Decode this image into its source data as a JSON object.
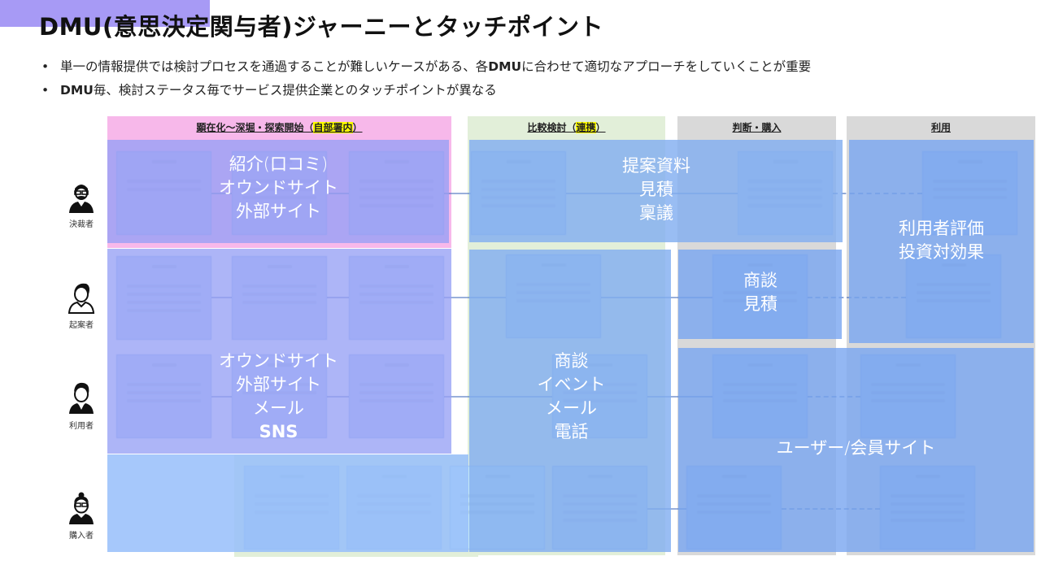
{
  "header": {
    "title": "DMU(意思決定関与者)ジャーニーとタッチポイント"
  },
  "bullets": [
    {
      "pre": "単一の情報提供では検討プロセスを通過することが難しいケースがある、各",
      "bold": "DMU",
      "post": "に合わせて適切なアプローチをしていくことが重要"
    },
    {
      "pre": "",
      "bold": "DMU",
      "post": "毎、検討ステータス毎でサービス提供企業とのタッチポイントが異なる"
    }
  ],
  "stages": [
    {
      "label": "顕在化～深堀・探索開始（",
      "highlight": "自部署内",
      "suffix": "）",
      "color": "#f7b8ea"
    },
    {
      "label": "比較検討（",
      "highlight": "連携",
      "suffix": "）",
      "color": "#e2efd9"
    },
    {
      "label": "判断・購入",
      "highlight": "",
      "suffix": "",
      "color": "#d9d9d9"
    },
    {
      "label": "利用",
      "highlight": "",
      "suffix": "",
      "color": "#d9d9d9"
    }
  ],
  "personas": [
    {
      "name": "決裁者",
      "icon": "executive-avatar-icon"
    },
    {
      "name": "起案者",
      "icon": "proposer-avatar-icon"
    },
    {
      "name": "利用者",
      "icon": "user-avatar-icon"
    },
    {
      "name": "購入者",
      "icon": "purchaser-avatar-icon"
    }
  ],
  "touchpoints": {
    "exec_awareness": [
      "紹介(口コミ)",
      "オウンドサイト",
      "外部サイト"
    ],
    "user_awareness": [
      "オウンドサイト",
      "外部サイト",
      "メール",
      "SNS"
    ],
    "exec_compare": [
      "提案資料",
      "見積",
      "稟議"
    ],
    "proposer_decide": [
      "商談",
      "見積"
    ],
    "user_compare": [
      "商談",
      "イベント",
      "メール",
      "電話"
    ],
    "exec_use": [
      "利用者評価",
      "投資対効果"
    ],
    "member_site": [
      "ユーザー/会員サイト"
    ]
  },
  "colors": {
    "accent": "#a79af5",
    "overlay_purple": "#a3a8f7",
    "overlay_blue": "#8fb7f2",
    "stage_pink": "#f7b8ea",
    "stage_green": "#e2efd9",
    "stage_gray": "#d9d9d9",
    "highlight": "#ffff00"
  }
}
